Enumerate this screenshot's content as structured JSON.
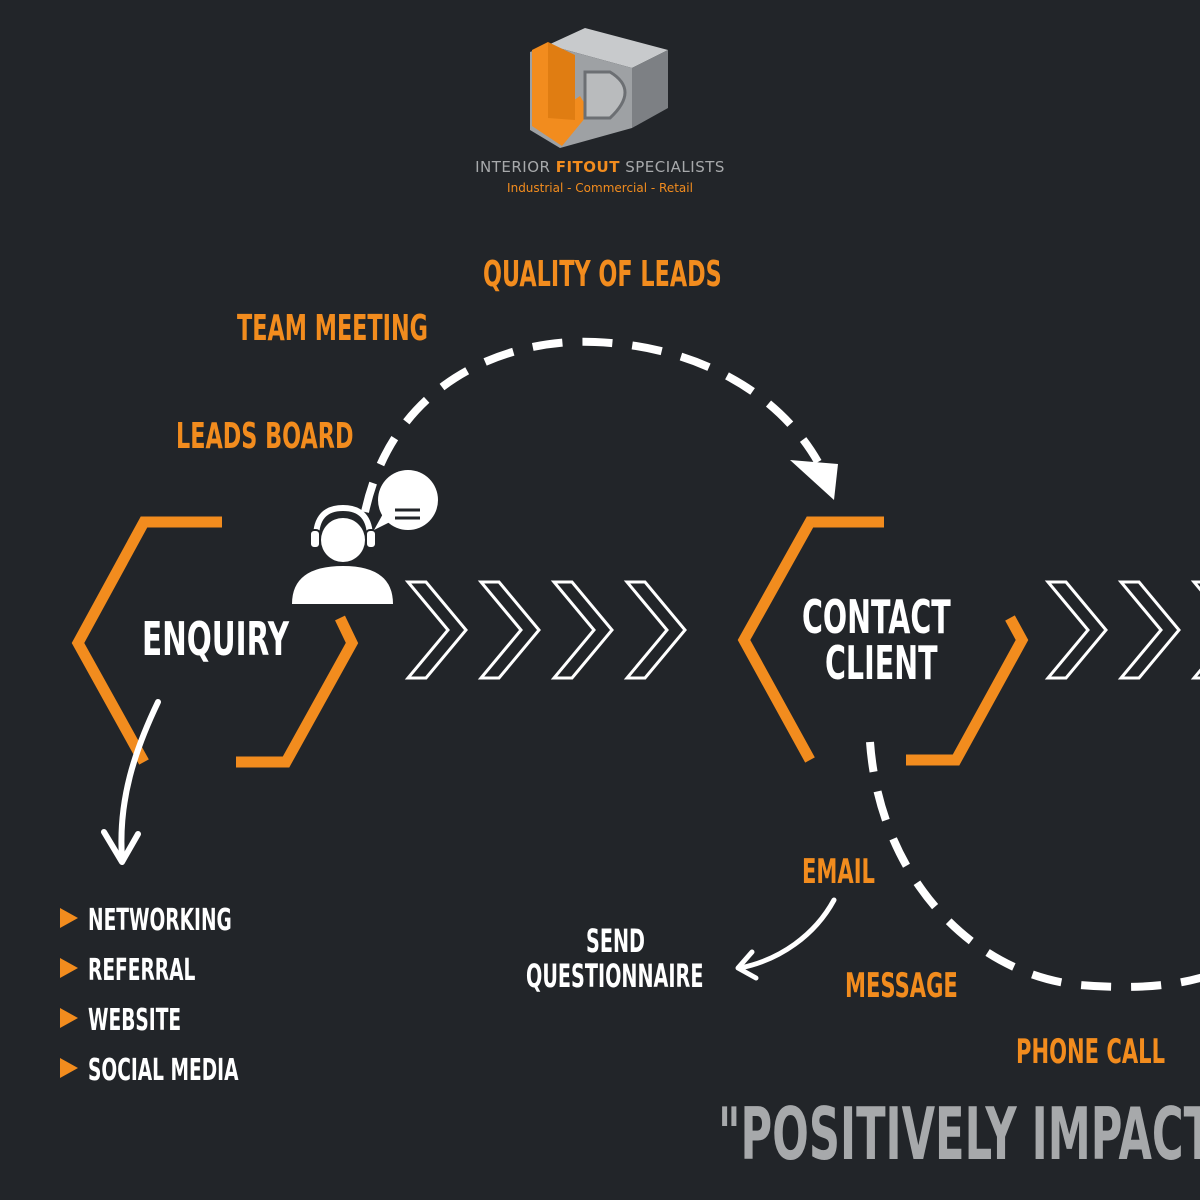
{
  "colors": {
    "background": "#222529",
    "accent": "#f28c1e",
    "text": "#ffffff",
    "muted": "#a7a9ab",
    "logo_gray": "#9ea1a4"
  },
  "logo": {
    "mark": "MD",
    "tagline_parts": [
      "INTERIOR ",
      "FITOUT",
      " SPECIALISTS"
    ],
    "subtitle": "Industrial - Commercial - Retail"
  },
  "labels": {
    "quality_of_leads": "QUALITY OF LEADS",
    "team_meeting": "TEAM MEETING",
    "leads_board": "LEADS BOARD",
    "email": "EMAIL",
    "message": "MESSAGE",
    "phone_call": "PHONE CALL"
  },
  "nodes": {
    "enquiry": "ENQUIRY",
    "contact_client": [
      "CONTACT",
      "CLIENT"
    ]
  },
  "sources": [
    "NETWORKING",
    "REFERRAL",
    "WEBSITE",
    "SOCIAL MEDIA"
  ],
  "send_questionnaire": [
    "SEND",
    "QUESTIONNAIRE"
  ],
  "quote": "\"POSITIVELY IMPACTI",
  "icons": {
    "agent": "headset-agent-icon",
    "question": "question-bubble-icon",
    "bullet": "triangle-bullet-icon"
  }
}
